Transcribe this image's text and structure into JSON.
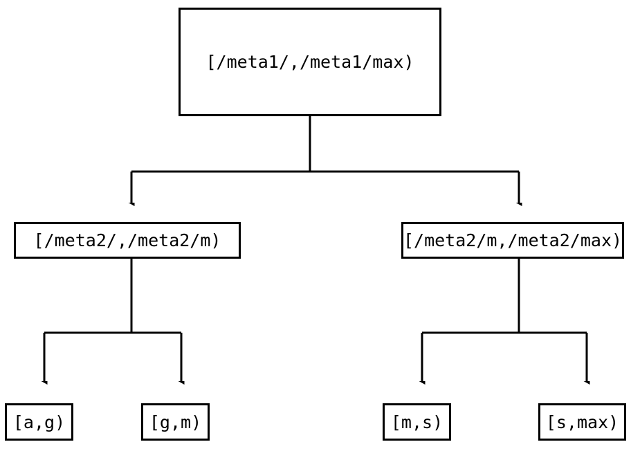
{
  "diagram": {
    "type": "tree",
    "orientation": "top-down",
    "background_color": "#ffffff",
    "line_color": "#000000",
    "text_color": "#000000",
    "levels": 3,
    "root": {
      "id": "root",
      "label": "[/meta1/,/meta1/max)"
    },
    "mid": [
      {
        "id": "mid-left",
        "label": "[/meta2/,/meta2/m)"
      },
      {
        "id": "mid-right",
        "label": "[/meta2/m,/meta2/max)"
      }
    ],
    "leaves": [
      {
        "id": "leaf-a-g",
        "label": "[a,g)"
      },
      {
        "id": "leaf-g-m",
        "label": "[g,m)"
      },
      {
        "id": "leaf-m-s",
        "label": "[m,s)"
      },
      {
        "id": "leaf-s-max",
        "label": "[s,max)"
      }
    ],
    "edges": [
      {
        "from": "root",
        "to": "mid-left"
      },
      {
        "from": "root",
        "to": "mid-right"
      },
      {
        "from": "mid-left",
        "to": "leaf-a-g"
      },
      {
        "from": "mid-left",
        "to": "leaf-g-m"
      },
      {
        "from": "mid-right",
        "to": "leaf-m-s"
      },
      {
        "from": "mid-right",
        "to": "leaf-s-max"
      }
    ]
  }
}
